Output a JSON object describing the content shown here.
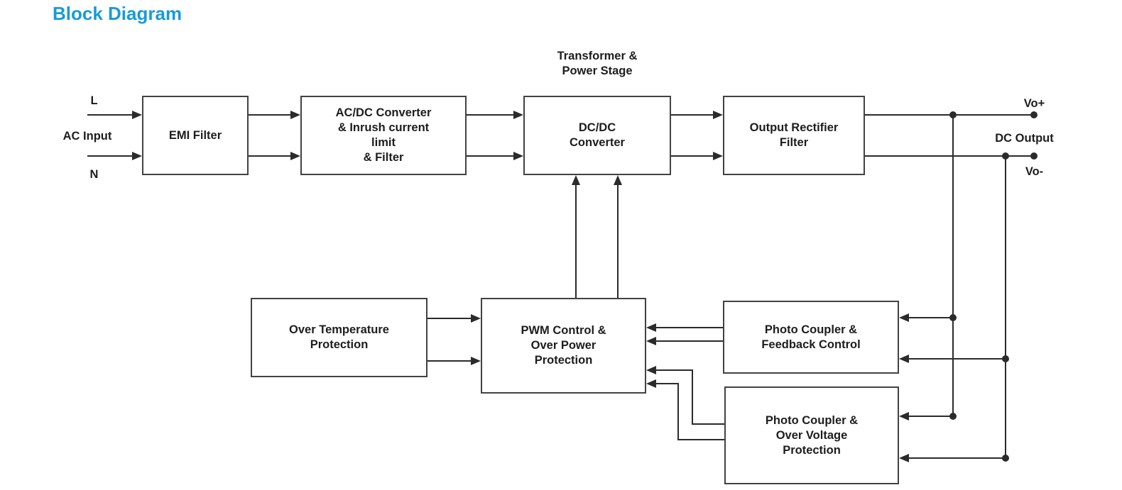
{
  "page": {
    "title": "Block Diagram",
    "title_color": "#189bd7",
    "background_color": "#ffffff",
    "line_color": "#2b2b2b",
    "box_border_color": "#424242",
    "text_color": "#1d1d1d"
  },
  "labels": {
    "line_l": "L",
    "line_n": "N",
    "ac_input": "AC Input",
    "transformer_stage": "Transformer &\nPower Stage",
    "vo_plus": "Vo+",
    "dc_output": "DC Output",
    "vo_minus": "Vo-"
  },
  "blocks": {
    "emi_filter": "EMI Filter",
    "acdc_converter": "AC/DC Converter\n& Inrush current\nlimit\n& Filter",
    "dcdc_converter": "DC/DC\nConverter",
    "output_rectifier_filter": "Output Rectifier\nFilter",
    "over_temperature_protection": "Over Temperature\nProtection",
    "pwm_control": "PWM Control &\nOver Power\nProtection",
    "photo_coupler_feedback": "Photo Coupler &\nFeedback Control",
    "photo_coupler_ovp": "Photo Coupler &\nOver Voltage\nProtection"
  }
}
